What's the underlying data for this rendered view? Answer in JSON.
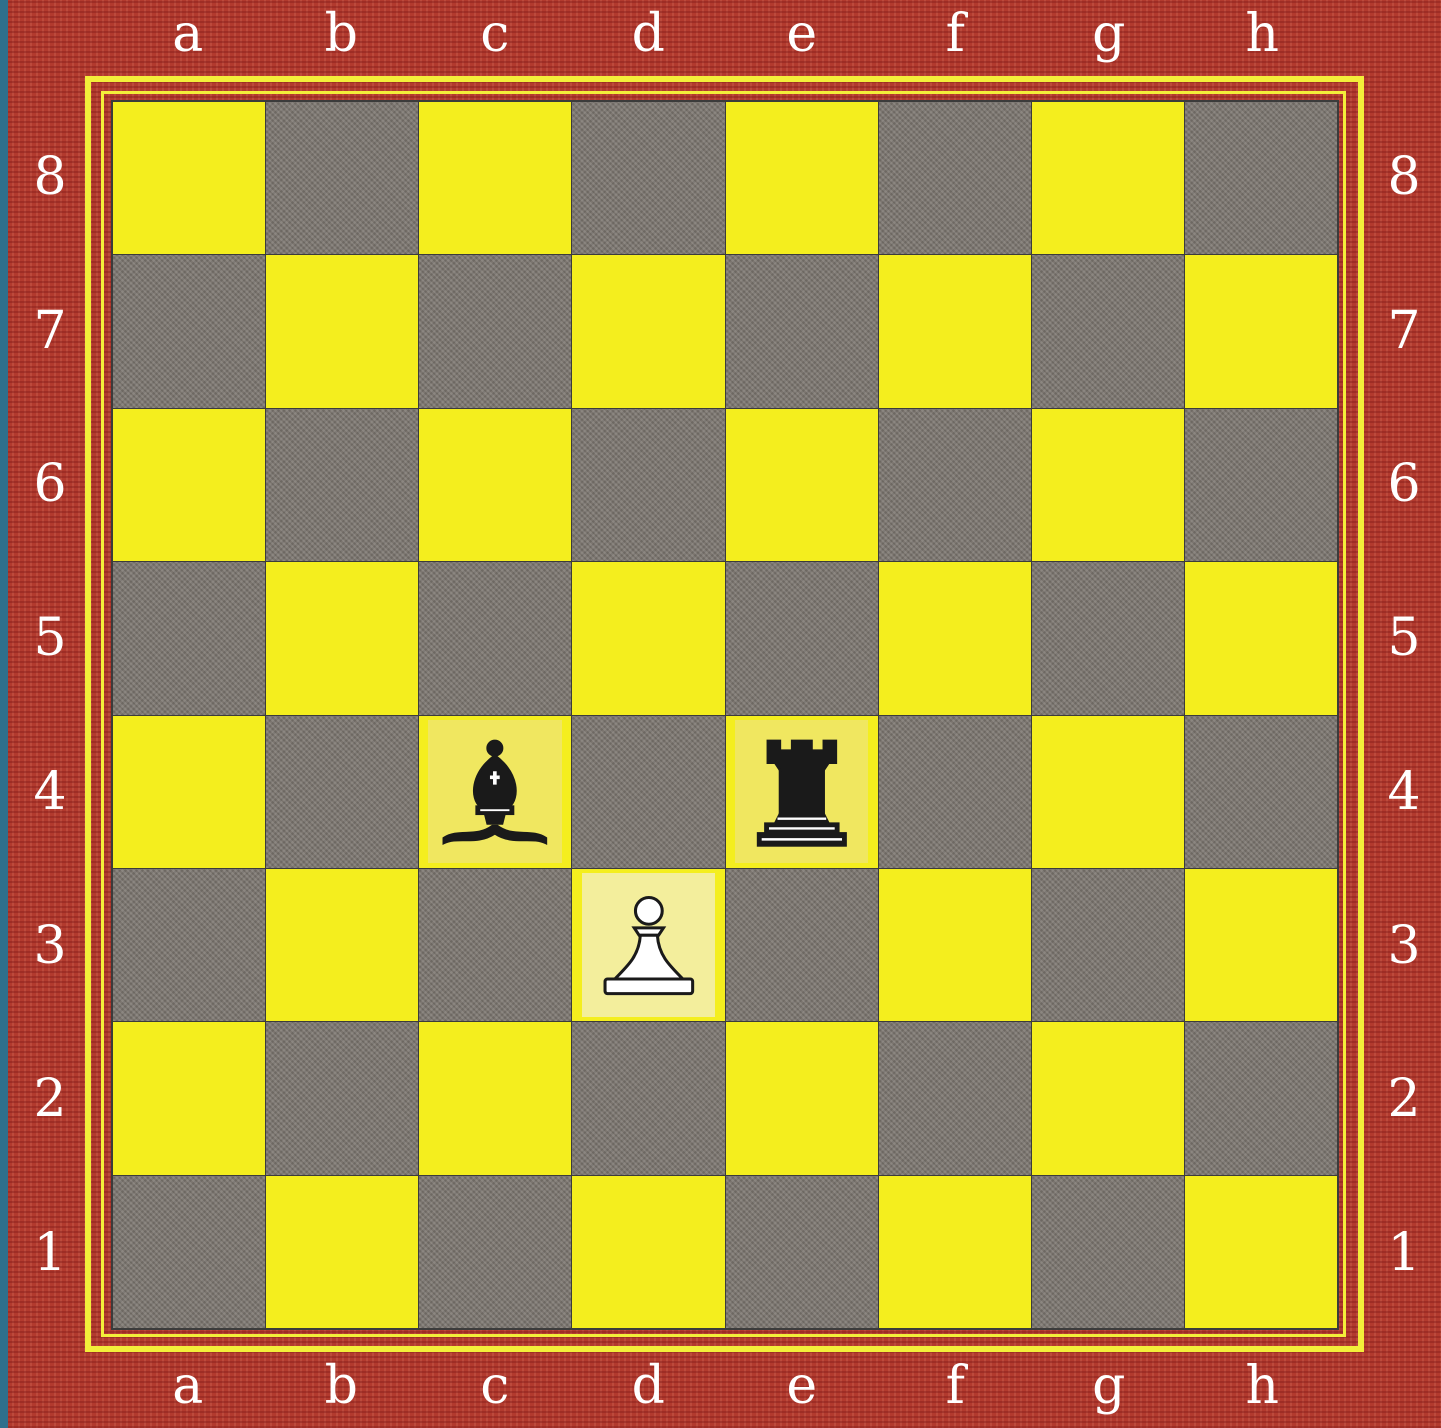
{
  "board": {
    "files": [
      "a",
      "b",
      "c",
      "d",
      "e",
      "f",
      "g",
      "h"
    ],
    "ranks": [
      "8",
      "7",
      "6",
      "5",
      "4",
      "3",
      "2",
      "1"
    ],
    "pieces": [
      {
        "square": "c4",
        "color": "black",
        "type": "bishop",
        "icon": "black-bishop-icon"
      },
      {
        "square": "e4",
        "color": "black",
        "type": "rook",
        "icon": "black-rook-icon"
      },
      {
        "square": "d3",
        "color": "white",
        "type": "pawn",
        "icon": "white-pawn-icon"
      }
    ]
  },
  "colors": {
    "frame": "#b23a2e",
    "border_line": "#f3ee3a",
    "light_square": "#f4ee1e",
    "dark_square": "#7c7670"
  }
}
